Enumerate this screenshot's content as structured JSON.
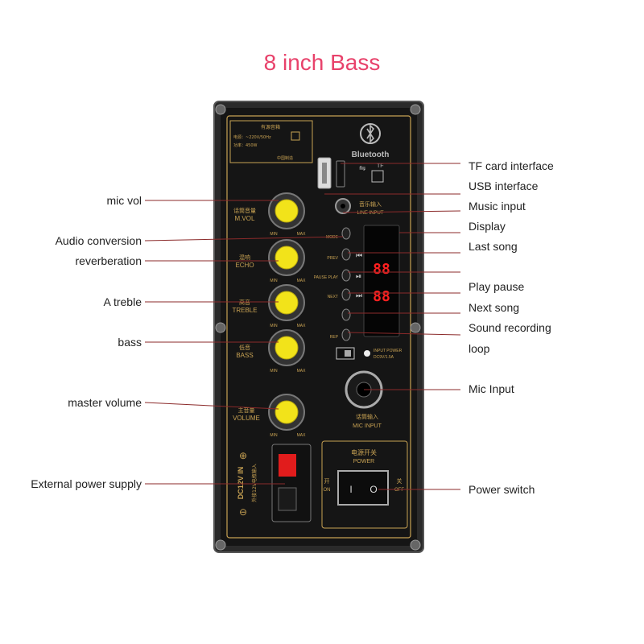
{
  "title": "8 inch Bass",
  "left_labels": [
    {
      "id": "mic-vol",
      "text": "mic vol"
    },
    {
      "id": "audio-conversion",
      "text": "Audio conversion"
    },
    {
      "id": "reverberation",
      "text": "reverberation"
    },
    {
      "id": "a-treble",
      "text": "A treble"
    },
    {
      "id": "bass",
      "text": "bass"
    },
    {
      "id": "master-volume",
      "text": "master volume"
    },
    {
      "id": "external-power-supply",
      "text": "External power supply"
    }
  ],
  "right_labels": [
    {
      "id": "tf-card-interface",
      "text": "TF card interface"
    },
    {
      "id": "usb-interface",
      "text": "USB interface"
    },
    {
      "id": "music-input",
      "text": "Music input"
    },
    {
      "id": "display",
      "text": "Display"
    },
    {
      "id": "last-song",
      "text": "Last song"
    },
    {
      "id": "play-pause",
      "text": "Play pause"
    },
    {
      "id": "next-song",
      "text": "Next song"
    },
    {
      "id": "sound-recording",
      "text": "Sound recording"
    },
    {
      "id": "loop",
      "text": "loop"
    },
    {
      "id": "mic-input",
      "text": "Mic Input"
    },
    {
      "id": "power-switch",
      "text": "Power switch"
    }
  ],
  "panel": {
    "bluetooth": "Bluetooth",
    "tf": "TF",
    "music_in_cn": "音乐输入",
    "line_input": "LINE INPUT",
    "mvol_cn": "话筒音量",
    "mvol": "M.VOL",
    "echo_cn": "混响",
    "echo": "ECHO",
    "treble_cn": "高音",
    "treble": "TREBLE",
    "bass_cn": "低音",
    "bass": "BASS",
    "volume_cn": "主音量",
    "volume": "VOLUME",
    "min": "MIN",
    "max": "MAX",
    "mode": "MODE",
    "prev": "PREV",
    "pause_play": "PAUSE PLAY",
    "next": "NEXT",
    "rep": "REP",
    "display_digits": "88",
    "input_power": "INPUT POWER",
    "dc_rating": "DC9V/1.5A",
    "mic_input_cn": "话筒输入",
    "mic_input": "MIC INPUT",
    "power_cn": "电源开关",
    "power": "POWER",
    "on_cn": "开",
    "on": "ON",
    "off_cn": "关",
    "off": "OFF",
    "switch_on": "I",
    "switch_off": "O",
    "dc12v": "DC12V IN",
    "ext12v_cn": "外接12V电瓶输入",
    "plate_title_cn": "有源音箱",
    "plate_line1": "电源：~220V/50Hz",
    "plate_line2": "功率：450W",
    "plate_made_cn": "中国制造"
  },
  "colors": {
    "title": "#e8426b",
    "leader_line": "#8b2a2a",
    "panel": "#151515",
    "gold": "#c8a253",
    "knob_yellow": "#f2e31a",
    "display_red": "#ff2020"
  }
}
